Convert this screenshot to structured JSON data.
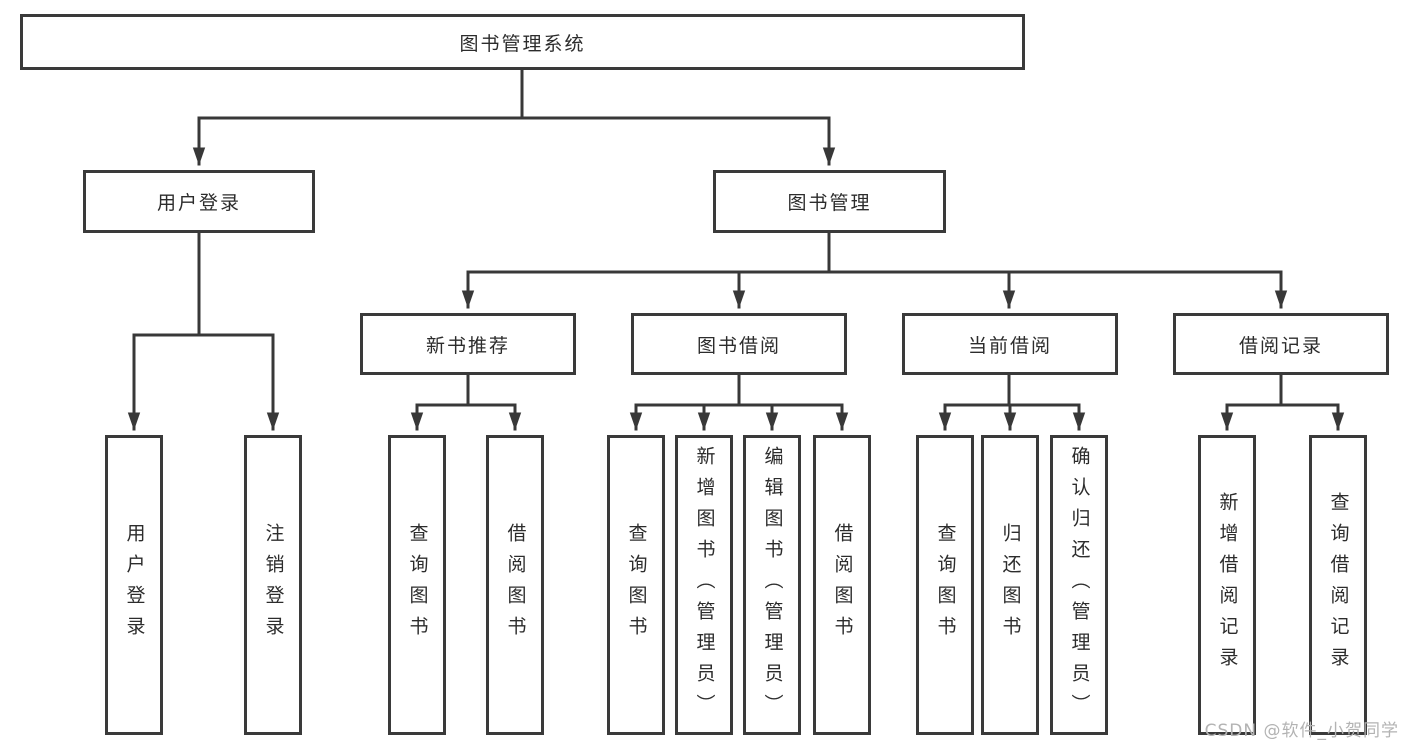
{
  "tree": {
    "root": "图书管理系统",
    "children": [
      {
        "label": "用户登录",
        "children": [
          "用户登录",
          "注销登录"
        ]
      },
      {
        "label": "图书管理",
        "children": [
          {
            "label": "新书推荐",
            "children": [
              "查询图书",
              "借阅图书"
            ]
          },
          {
            "label": "图书借阅",
            "children": [
              "查询图书",
              "新增图书（管理员）",
              "编辑图书（管理员）",
              "借阅图书"
            ]
          },
          {
            "label": "当前借阅",
            "children": [
              "查询图书",
              "归还图书",
              "确认归还（管理员）"
            ]
          },
          {
            "label": "借阅记录",
            "children": [
              "新增借阅记录",
              "查询借阅记录"
            ]
          }
        ]
      }
    ]
  },
  "watermark": "CSDN @软件_小贺同学",
  "colors": {
    "line": "#383838",
    "border": "#3a3a3a",
    "text": "#2c2c2c",
    "background": "#ffffff",
    "watermark": "#b3b3b3"
  }
}
